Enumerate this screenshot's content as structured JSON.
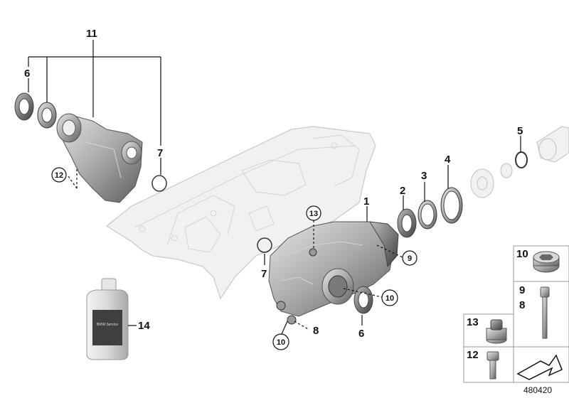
{
  "diagram_id": "480420",
  "callouts": {
    "c1": "1",
    "c2": "2",
    "c3": "3",
    "c4": "4",
    "c5": "5",
    "c6a": "6",
    "c6b": "6",
    "c7a": "7",
    "c7b": "7",
    "c8": "8",
    "c9": "9",
    "c10a": "10",
    "c10b": "10",
    "c11": "11",
    "c12": "12",
    "c13": "13",
    "c14": "14"
  },
  "legend": {
    "item10": "10",
    "item9": "9",
    "item8": "8",
    "item13": "13",
    "item12": "12"
  },
  "bottle_label": "BMW Service"
}
